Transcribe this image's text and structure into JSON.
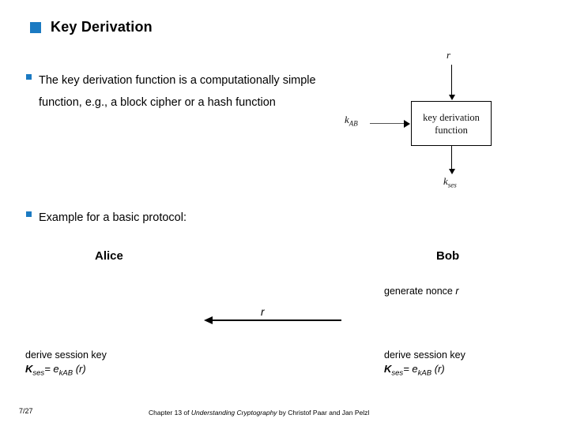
{
  "slide": {
    "title": "Key Derivation",
    "title_bullet_color": "#1B7AC2",
    "bullet_color": "#1B7AC2"
  },
  "bullets": [
    {
      "text": "The key derivation function is a computationally simple function, e.g., a block cipher or a hash function"
    },
    {
      "text": "Example for a basic protocol:"
    }
  ],
  "kdf_diagram": {
    "box_line1": "key derivation",
    "box_line2": "function",
    "input_top": "r",
    "input_left_base": "k",
    "input_left_sub": "AB",
    "output_base": "k",
    "output_sub": "ses"
  },
  "protocol": {
    "alice": "Alice",
    "bob": "Bob",
    "nonce_note_pre": "generate nonce ",
    "nonce_note_var": "r",
    "message_label": "r",
    "alice_step_line1": "derive session key",
    "bob_step_line1": "derive session key",
    "formula": {
      "k": "K",
      "k_sub": "ses",
      "eq": "= ",
      "e": "e",
      "e_sub": "kAB",
      "arg": " (r)"
    }
  },
  "footer": {
    "page": "7/27",
    "note_pre": "Chapter 13 of ",
    "note_italic": "Understanding Cryptography",
    "note_post": " by Christof Paar and Jan Pelzl"
  }
}
